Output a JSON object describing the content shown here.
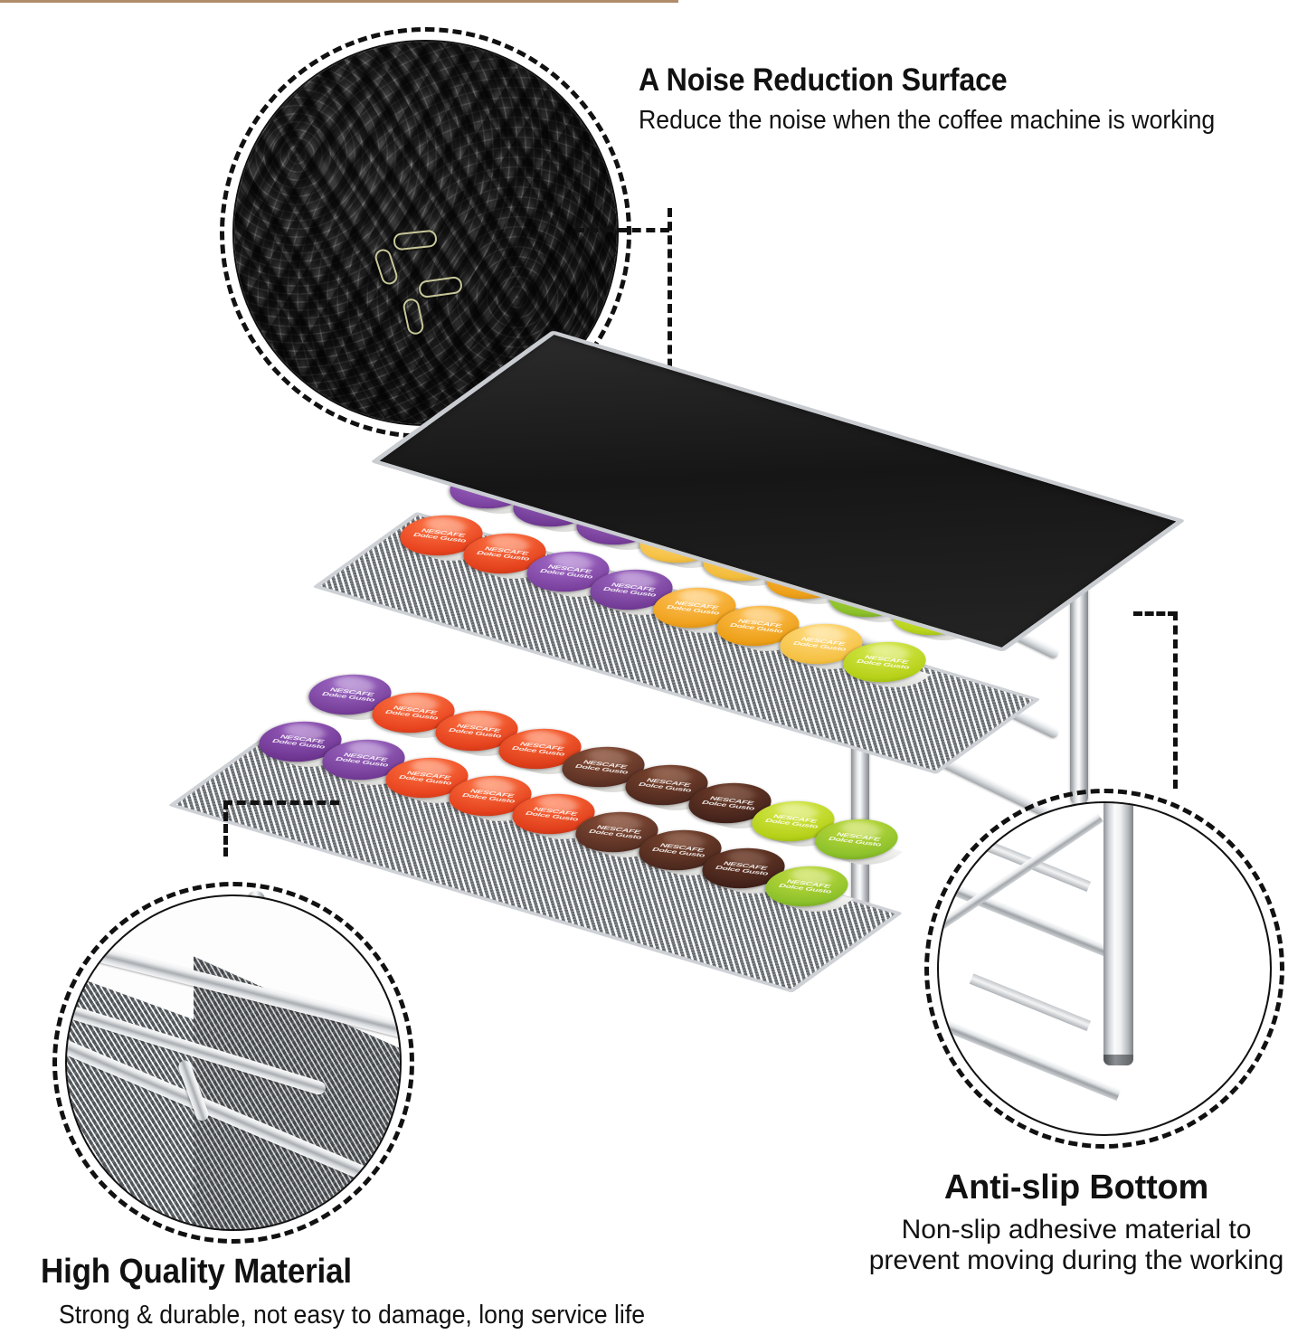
{
  "page": {
    "type": "product-feature-infographic",
    "product_name": "Coffee capsule storage drawer holder",
    "background_color": "#ffffff",
    "accent_rule_color": "#b08d6a",
    "callout_line_style": "black dashed"
  },
  "features": [
    {
      "id": "noise-reduction",
      "heading": "A Noise Reduction Surface",
      "subtitle": "Reduce the noise when the coffee machine is working",
      "detail_image": "woven black rubber anti-noise mat texture with metal clips",
      "position": "top-left-circle"
    },
    {
      "id": "high-quality-material",
      "heading": "High Quality Material",
      "subtitle": "Strong & durable, not easy to damage, long service life",
      "detail_image": "silver metal rails over diamond wire mesh drawer",
      "position": "bottom-left-circle"
    },
    {
      "id": "anti-slip-bottom",
      "heading": "Anti-slip Bottom",
      "subtitle_line1": "Non-slip adhesive material to",
      "subtitle_line2": "prevent moving during the working",
      "detail_image": "silver cylindrical leg with rubber foot cap and cross rails",
      "position": "bottom-right-circle"
    }
  ],
  "product": {
    "top_surface_label": "black non-slip noise reduction mat",
    "frame_color": "#c2c6ca",
    "drawer_count": 2,
    "capsule_brand": "NESCAFE Dolce Gusto",
    "capsule_brand_top": "NESCAFE",
    "capsule_brand_bottom": "Dolce Gusto",
    "capsule_colors": {
      "red": "#e8441f",
      "purple": "#7b3f9d",
      "orange": "#f0a21d",
      "amber": "#f6c245",
      "lime": "#b6d118",
      "green": "#8cc12b",
      "brown": "#5a3124",
      "dark_brown": "#43221a"
    },
    "drawer_top_rows": [
      [
        "red",
        "red",
        "red",
        "purple",
        "purple",
        "purple",
        "orange",
        "orange",
        "amber",
        "lime"
      ],
      [
        "purple",
        "purple",
        "purple",
        "amber",
        "amber",
        "amber",
        "orange",
        "green",
        "lime",
        "lime"
      ]
    ],
    "drawer_bottom_rows": [
      [
        "purple",
        "purple",
        "red",
        "red",
        "red",
        "brown",
        "brown",
        "dark_brown",
        "green",
        "lime"
      ],
      [
        "purple",
        "red",
        "red",
        "red",
        "brown",
        "brown",
        "dark_brown",
        "lime",
        "lime",
        "green"
      ]
    ]
  }
}
